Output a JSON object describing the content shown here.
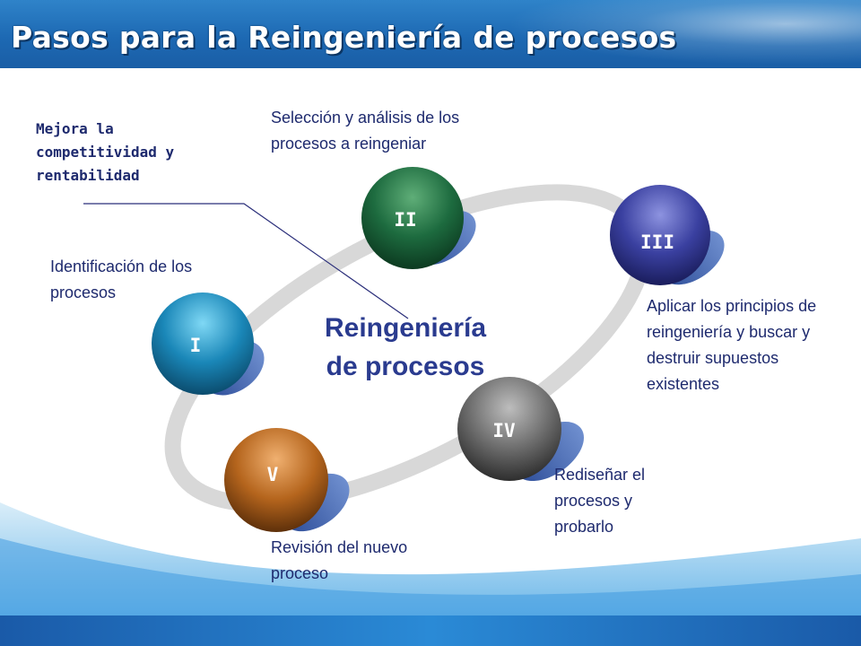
{
  "title": "Pasos para la Reingeniería de procesos",
  "note": "Mejora la competitividad y rentabilidad",
  "center": {
    "line1": "Reingeniería",
    "line2": "de procesos"
  },
  "steps": [
    {
      "numeral": "I",
      "label": "Identificación de los procesos",
      "color": "#1a87b8"
    },
    {
      "numeral": "II",
      "label": "Selección y análisis de los procesos a reingeniar",
      "color": "#1d6b3f"
    },
    {
      "numeral": "III",
      "label": "Aplicar los principios de reingeniería y buscar y destruir supuestos existentes",
      "color": "#3a40a0"
    },
    {
      "numeral": "IV",
      "label": "Rediseñar el procesos y probarlo",
      "color": "#6e6e6e"
    },
    {
      "numeral": "V",
      "label": "Revisión del nuevo proceso",
      "color": "#b5651d"
    }
  ],
  "colors": {
    "header": "#1d69b3",
    "text": "#1e2a6e",
    "center_text": "#2a3b8f",
    "ring": "#cfcfcf",
    "shadow": "#4d6fb3"
  }
}
